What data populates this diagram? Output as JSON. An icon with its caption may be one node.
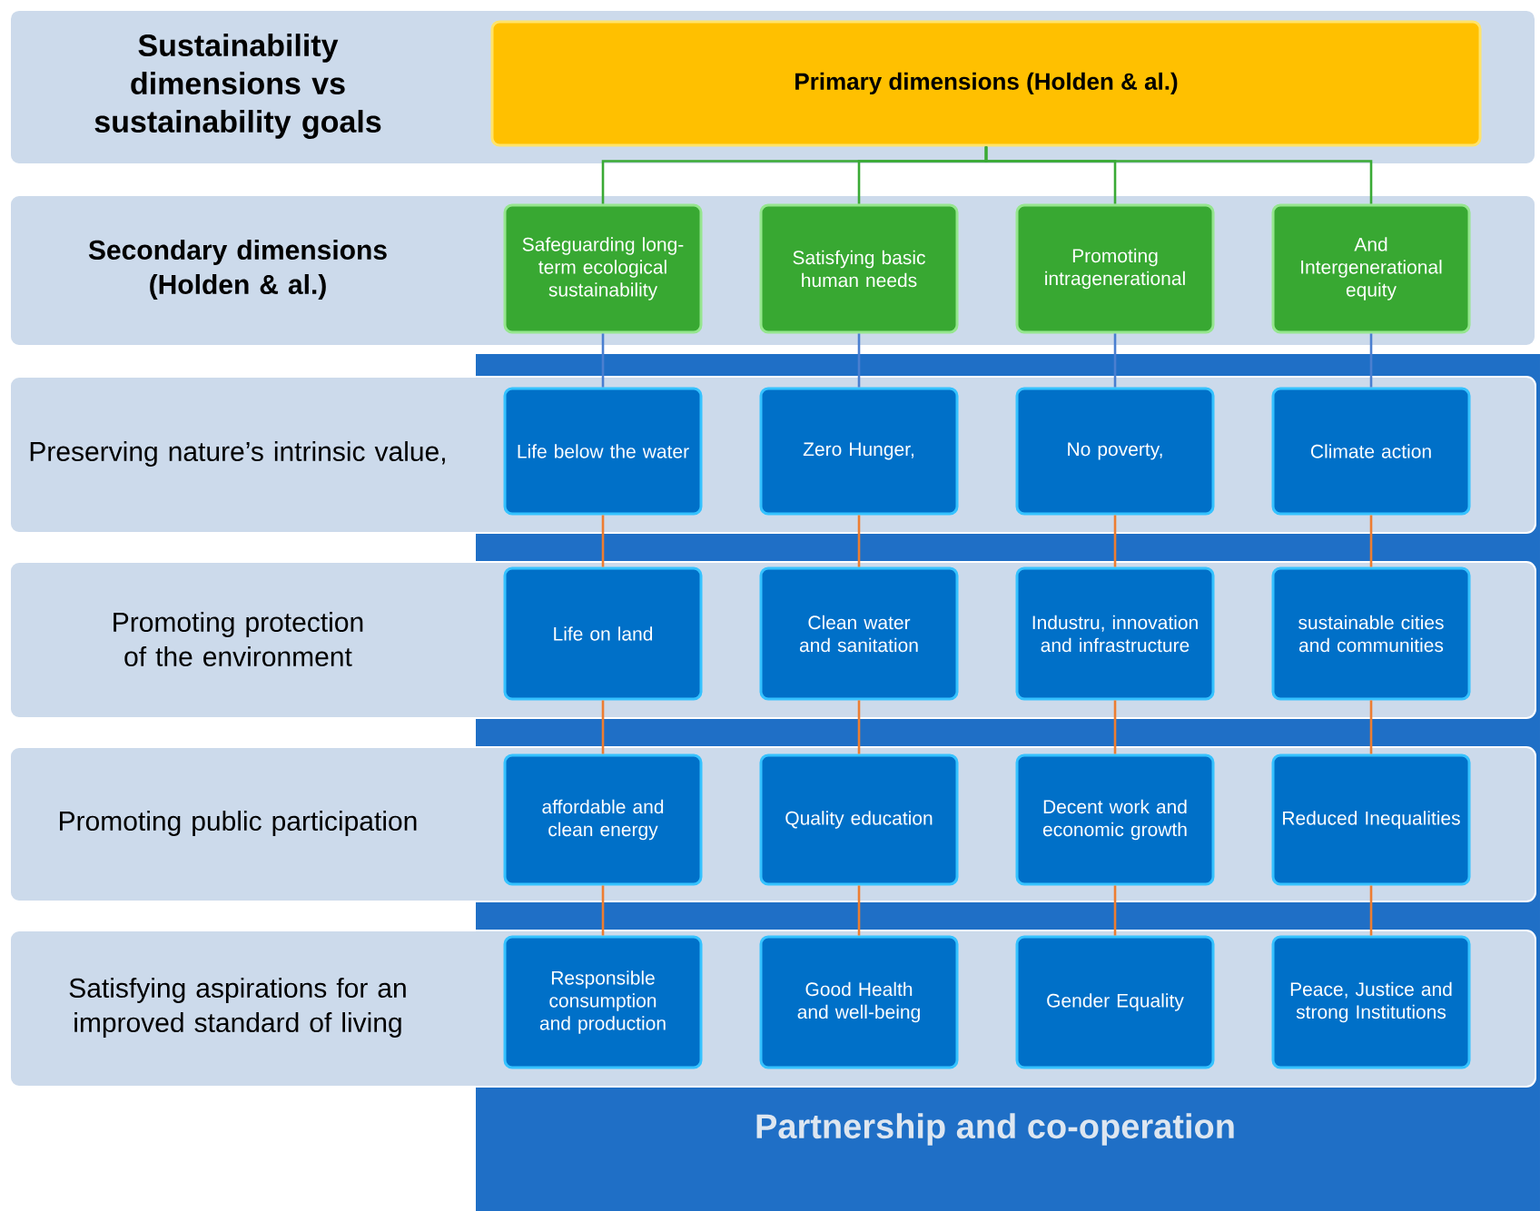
{
  "diagram": {
    "nodes": [
      {
        "text": [
          "Sustainability dimensions vs sustainability goals"
        ]
      },
      {
        "text": [
          "Primary dimensions (Holden & al.)"
        ],
        "in": 0
      },
      {
        "text": [
          "Secondary dimensions (Holden & al.)"
        ]
      },
      {
        "text": [
          "Safeguarding long-term ecological sustainability"
        ],
        "in": 2
      },
      {
        "text": [
          "Satisfying basic human needs"
        ],
        "in": 2
      },
      {
        "text": [
          "Promoting intragenerational"
        ],
        "in": 2
      },
      {
        "text": [
          "And Intergenerational equity"
        ],
        "in": 2
      },
      {
        "text": [
          "Preserving nature’s intrinsic value,"
        ]
      },
      {
        "text": [
          "Life below the water"
        ],
        "in": 7
      },
      {
        "text": [
          "Zero Hunger,"
        ],
        "in": 7
      },
      {
        "text": [
          "No poverty,"
        ],
        "in": 7
      },
      {
        "text": [
          "Climate action"
        ],
        "in": 7
      },
      {
        "text": [
          "Promoting protection of the environment"
        ]
      },
      {
        "text": [
          "Life on land"
        ],
        "in": 12
      },
      {
        "text": [
          "Clean water and sanitation"
        ],
        "in": 12
      },
      {
        "text": [
          "Industru, innovation and infrastructure"
        ],
        "in": 12
      },
      {
        "text": [
          "sustainable cities and communities"
        ],
        "in": 12
      },
      {
        "text": [
          "Promoting public participation"
        ]
      },
      {
        "text": [
          "affordable and clean energy"
        ],
        "in": 17
      },
      {
        "text": [
          "Quality education"
        ],
        "in": 17
      },
      {
        "text": [
          "Decent work and economic growth"
        ],
        "in": 17
      },
      {
        "text": [
          "Reduced Inequalities"
        ],
        "in": 17
      },
      {
        "text": [
          "Satisfying aspirations for an improved standard of living"
        ]
      },
      {
        "text": [
          "Responsible consumption and production"
        ],
        "in": 22
      },
      {
        "text": [
          "Good Health and well-being"
        ],
        "in": 22
      },
      {
        "text": [
          "Gender Equality"
        ],
        "in": 22
      },
      {
        "text": [
          "Peace, Justice and strong Institutions"
        ],
        "in": 22
      }
    ],
    "labels": [
      "Partnership and co-operation"
    ],
    "edges": [
      {
        "from": 1,
        "to": 3,
        "arrow": "none",
        "color": "#3aaa35"
      },
      {
        "from": 1,
        "to": 4,
        "arrow": "none",
        "color": "#3aaa35"
      },
      {
        "from": 1,
        "to": 5,
        "arrow": "none",
        "color": "#3aaa35"
      },
      {
        "from": 1,
        "to": 6,
        "arrow": "none",
        "color": "#3aaa35"
      },
      {
        "from": 3,
        "to": 8,
        "arrow": "none",
        "color": "#4a7fd0"
      },
      {
        "from": 4,
        "to": 9,
        "arrow": "none",
        "color": "#4a7fd0"
      },
      {
        "from": 5,
        "to": 10,
        "arrow": "none",
        "color": "#4a7fd0"
      },
      {
        "from": 6,
        "to": 11,
        "arrow": "none",
        "color": "#4a7fd0"
      },
      {
        "from": 8,
        "to": 13,
        "arrow": "none"
      },
      {
        "from": 9,
        "to": 14,
        "arrow": "none"
      },
      {
        "from": 10,
        "to": 15,
        "arrow": "none"
      },
      {
        "from": 11,
        "to": 16,
        "arrow": "none"
      },
      {
        "from": 13,
        "to": 18,
        "arrow": "none"
      },
      {
        "from": 14,
        "to": 19,
        "arrow": "none"
      },
      {
        "from": 15,
        "to": 20,
        "arrow": "none"
      },
      {
        "from": 16,
        "to": 21,
        "arrow": "none"
      },
      {
        "from": 18,
        "to": 23,
        "arrow": "none"
      },
      {
        "from": 19,
        "to": 24,
        "arrow": "none"
      },
      {
        "from": 20,
        "to": 25,
        "arrow": "none"
      },
      {
        "from": 21,
        "to": 26,
        "arrow": "none"
      }
    ]
  }
}
